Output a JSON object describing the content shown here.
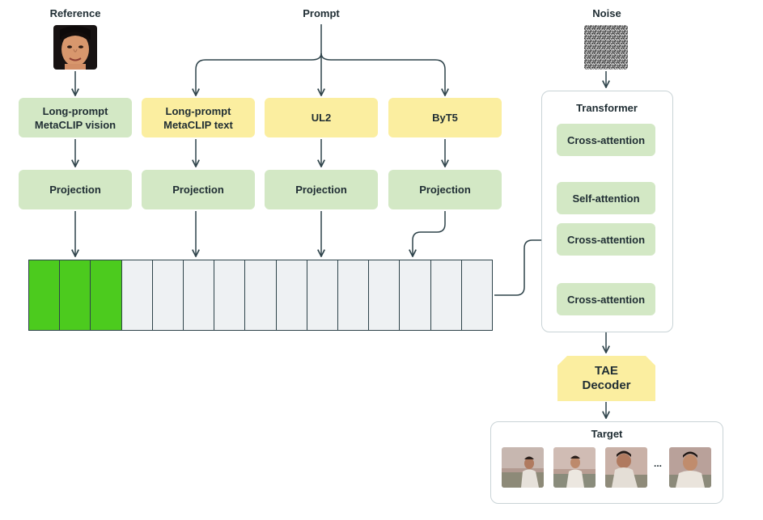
{
  "inputs": {
    "reference_label": "Reference",
    "prompt_label": "Prompt",
    "noise_label": "Noise"
  },
  "encoders": {
    "metaclip_vision": "Long-prompt\nMetaCLIP vision",
    "metaclip_text": "Long-prompt\nMetaCLIP text",
    "ul2": "UL2",
    "byt5": "ByT5"
  },
  "projection_label": "Projection",
  "token_sequence": {
    "count": 15,
    "reference_tokens": 3,
    "reference_color": "#4ccb1e",
    "text_color": "#eef1f3"
  },
  "transformer": {
    "title": "Transformer",
    "blocks": [
      "Cross-attention",
      "Self-attention",
      "Cross-attention",
      "Cross-attention"
    ]
  },
  "decoder": {
    "line1": "TAE",
    "line2": "Decoder"
  },
  "target": {
    "title": "Target",
    "ellipsis": "..."
  },
  "colors": {
    "encoder_green": "#d3e8c5",
    "encoder_yellow": "#fbeea0",
    "arrow": "#2e434a"
  }
}
